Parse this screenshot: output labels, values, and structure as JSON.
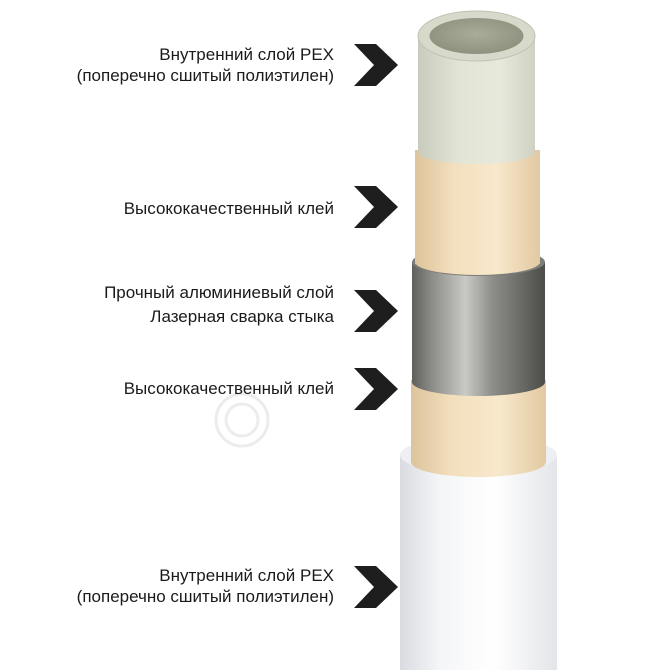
{
  "labels": [
    {
      "lines": [
        "Внутренний слой  PEX",
        "(поперечно сшитый полиэтилен)"
      ]
    },
    {
      "lines": [
        "Высококачественный клей"
      ]
    },
    {
      "lines": [
        "Прочный алюминиевый слой",
        "Лазерная сварка стыка"
      ]
    },
    {
      "lines": [
        "Высококачественный клей"
      ]
    },
    {
      "lines": [
        "Внутренний слой  PEX",
        "(поперечно сшитый полиэтилен)"
      ]
    }
  ],
  "colors": {
    "pex_inner": "#dcdfcf",
    "adhesive": "#f1dcb8",
    "aluminum": "#8a8a86",
    "outer_pex": "#f2f3f5",
    "arrow": "#1e1e1e",
    "text": "#1a1a1a"
  }
}
